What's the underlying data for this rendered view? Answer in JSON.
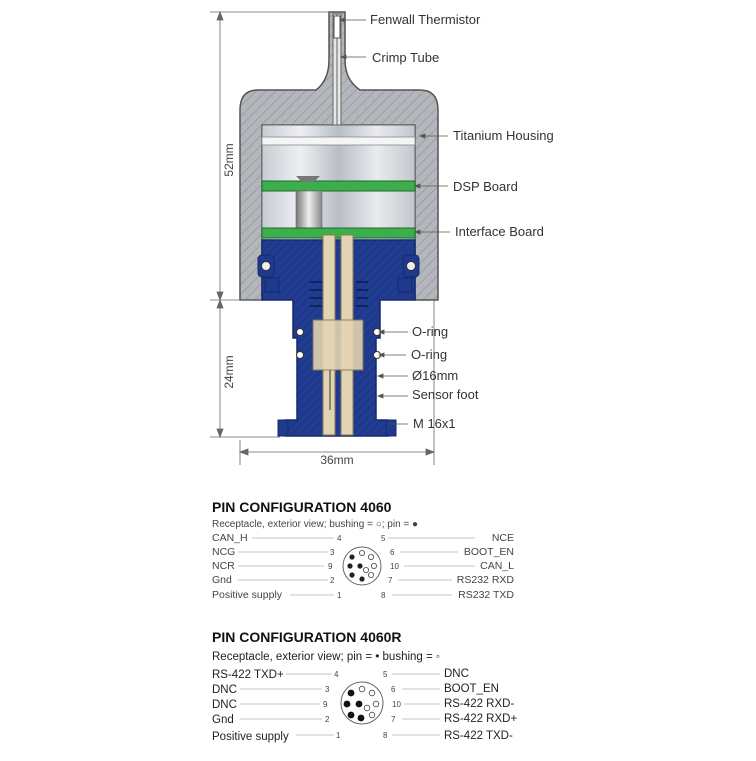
{
  "callouts": {
    "thermistor": "Fenwall Thermistor",
    "crimp": "Crimp Tube",
    "housing": "Titanium Housing",
    "dsp": "DSP Board",
    "interface": "Interface Board",
    "oring1": "O-ring",
    "oring2": "O-ring",
    "diameter": "Ø16mm",
    "foot": "Sensor foot",
    "thread": "M 16x1"
  },
  "dimensions": {
    "height_upper": "52mm",
    "height_lower": "24mm",
    "width": "36mm"
  },
  "pin_4060": {
    "title": "PIN CONFIGURATION 4060",
    "subtitle": "Receptacle, exterior view;   bushing = ○; pin = ●",
    "left": [
      {
        "label": "CAN_H",
        "pin": "4"
      },
      {
        "label": "NCG",
        "pin": "3"
      },
      {
        "label": "NCR",
        "pin": "9"
      },
      {
        "label": "Gnd",
        "pin": "2"
      },
      {
        "label": "Positive supply",
        "pin": "1"
      }
    ],
    "right": [
      {
        "label": "NCE",
        "pin": "5"
      },
      {
        "label": "BOOT_EN",
        "pin": "6"
      },
      {
        "label": "CAN_L",
        "pin": "10"
      },
      {
        "label": "RS232 RXD",
        "pin": "7"
      },
      {
        "label": "RS232 TXD",
        "pin": "8"
      }
    ]
  },
  "pin_4060r": {
    "title": "PIN CONFIGURATION 4060R",
    "subtitle": "Receptacle, exterior view;      pin = •   bushing = ◦",
    "left": [
      {
        "label": "RS-422 TXD+",
        "pin": "4"
      },
      {
        "label": "DNC",
        "pin": "3"
      },
      {
        "label": "DNC",
        "pin": "9"
      },
      {
        "label": "Gnd",
        "pin": "2"
      },
      {
        "label": "Positive supply",
        "pin": "1"
      }
    ],
    "right": [
      {
        "label": "DNC",
        "pin": "5"
      },
      {
        "label": "BOOT_EN",
        "pin": "6"
      },
      {
        "label": "RS-422 RXD-",
        "pin": "10"
      },
      {
        "label": "RS-422 RXD+",
        "pin": "7"
      },
      {
        "label": "RS-422 TXD-",
        "pin": "8"
      }
    ]
  },
  "colors": {
    "housing": "#a9adb2",
    "blue": "#233d8e",
    "board": "#3dae4c",
    "brass": "#e2d4b2"
  }
}
